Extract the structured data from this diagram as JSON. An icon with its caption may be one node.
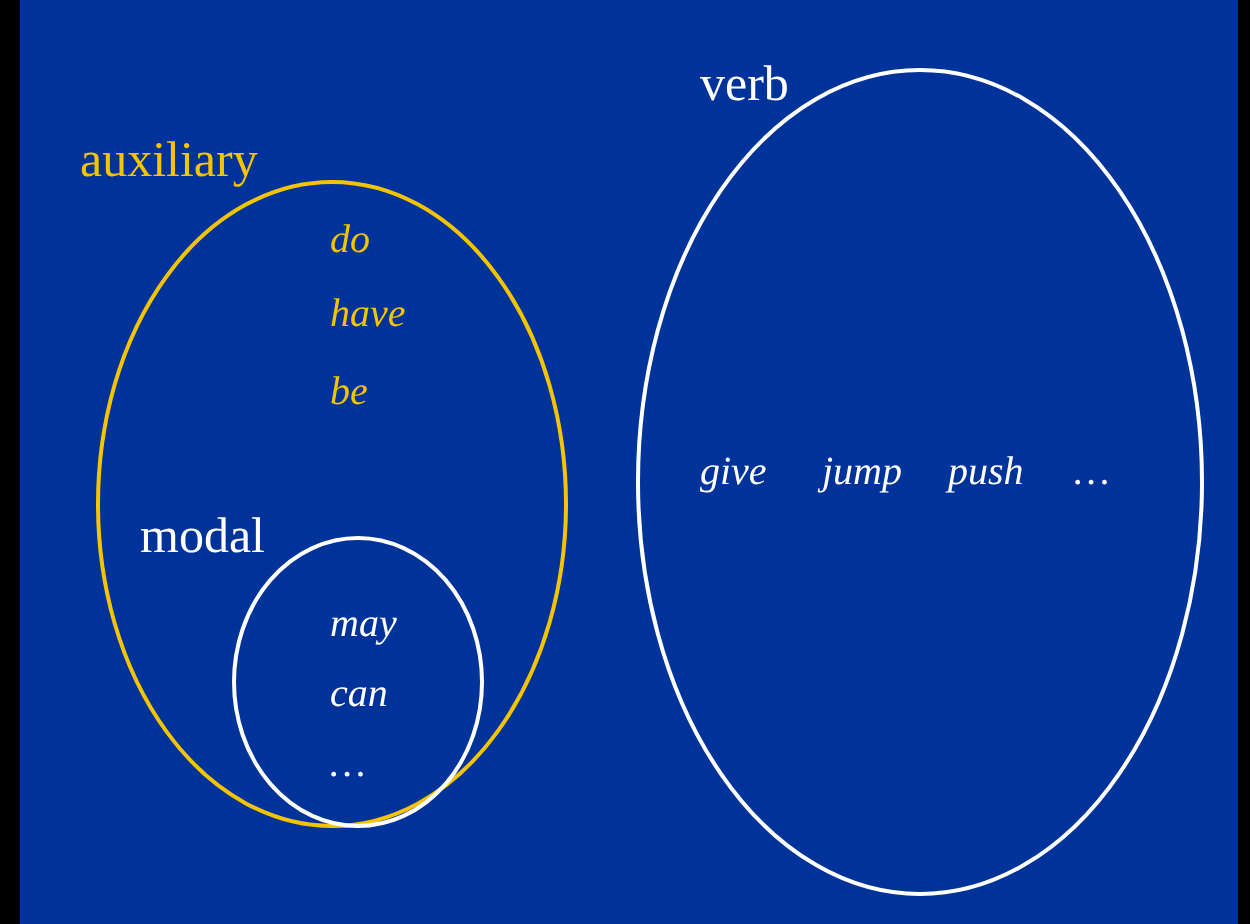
{
  "diagram": {
    "nodes": [
      {
        "text": [
          "auxiliary",
          "do",
          "have",
          "be"
        ]
      },
      {
        "text": [
          "modal",
          "may",
          "can",
          "…"
        ],
        "in": 0
      },
      {
        "text": [
          "verb",
          "give",
          "jump",
          "push",
          "…"
        ]
      }
    ]
  }
}
